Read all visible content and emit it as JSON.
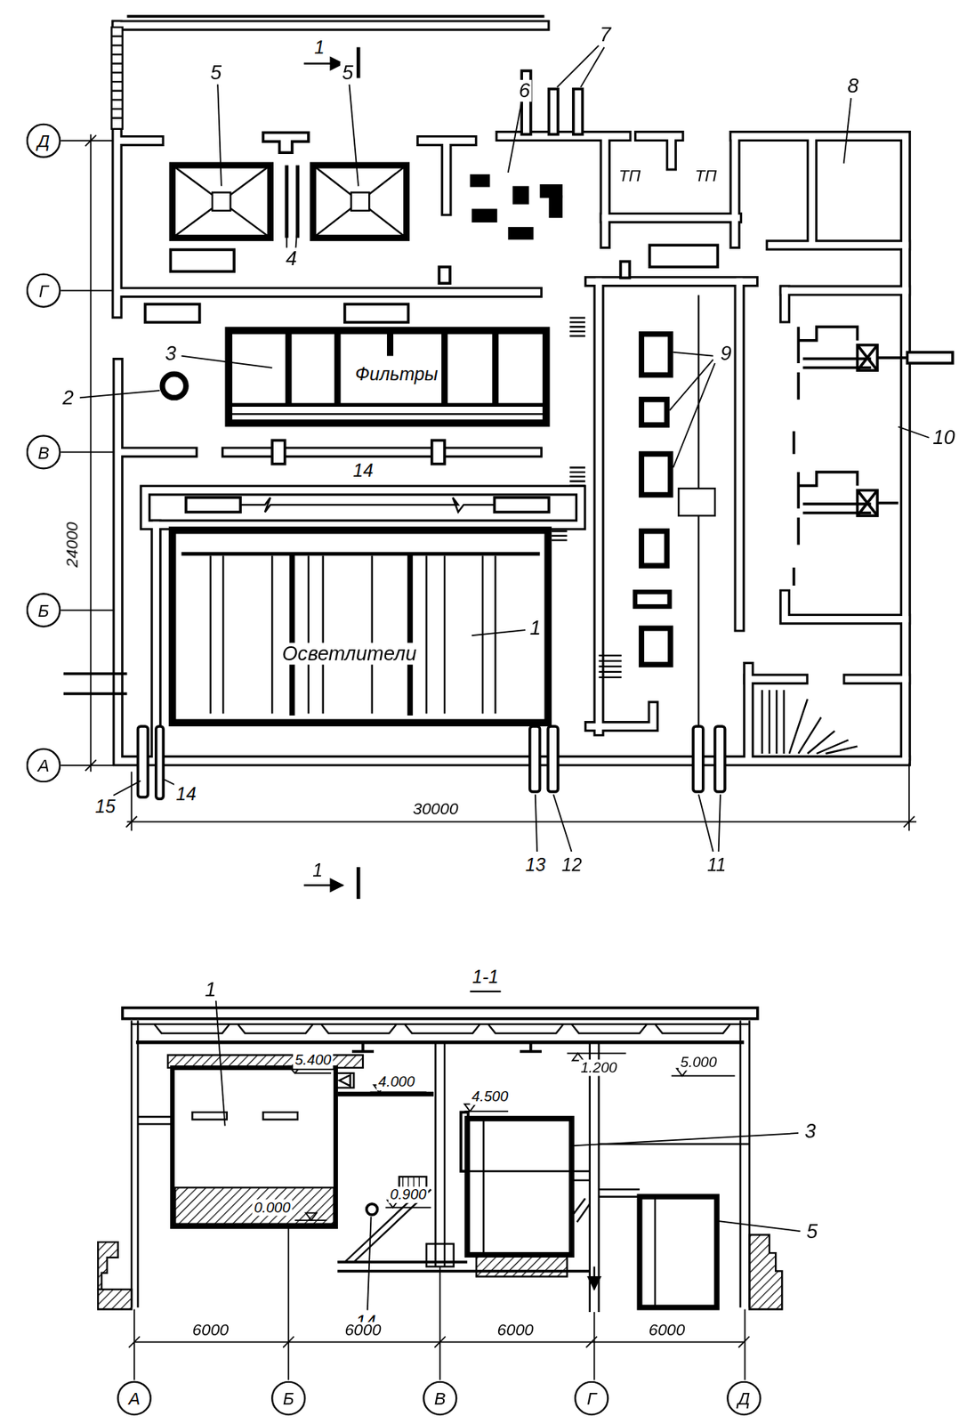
{
  "diagram": {
    "nodes": [
      {
        "text": [
          "Д"
        ]
      },
      {
        "text": [
          "Г"
        ]
      },
      {
        "text": [
          "В"
        ]
      },
      {
        "text": [
          "Б"
        ]
      },
      {
        "text": [
          "А"
        ]
      },
      {
        "text": [
          "Осветлители"
        ]
      },
      {
        "text": [
          "Фильтры"
        ]
      },
      {
        "text": [
          "ТП"
        ]
      },
      {
        "text": [
          "ТП"
        ]
      },
      {
        "text": [
          "А"
        ]
      },
      {
        "text": [
          "Б"
        ]
      },
      {
        "text": [
          "В"
        ]
      },
      {
        "text": [
          "Г"
        ]
      },
      {
        "text": [
          "Д"
        ]
      }
    ],
    "labels": [
      "1",
      "5",
      "5",
      "7",
      "8",
      "6",
      "4",
      "3",
      "2",
      "9",
      "10",
      "14",
      "24000",
      "1",
      "15",
      "14",
      "30000",
      "13",
      "12",
      "11",
      "1",
      "1-1",
      "1",
      "5.400",
      "1.200",
      "5.000",
      "4.000",
      "4.500",
      "3",
      "0.900",
      "0.000",
      "5",
      "14",
      "6000",
      "6000",
      "6000",
      "6000"
    ]
  }
}
